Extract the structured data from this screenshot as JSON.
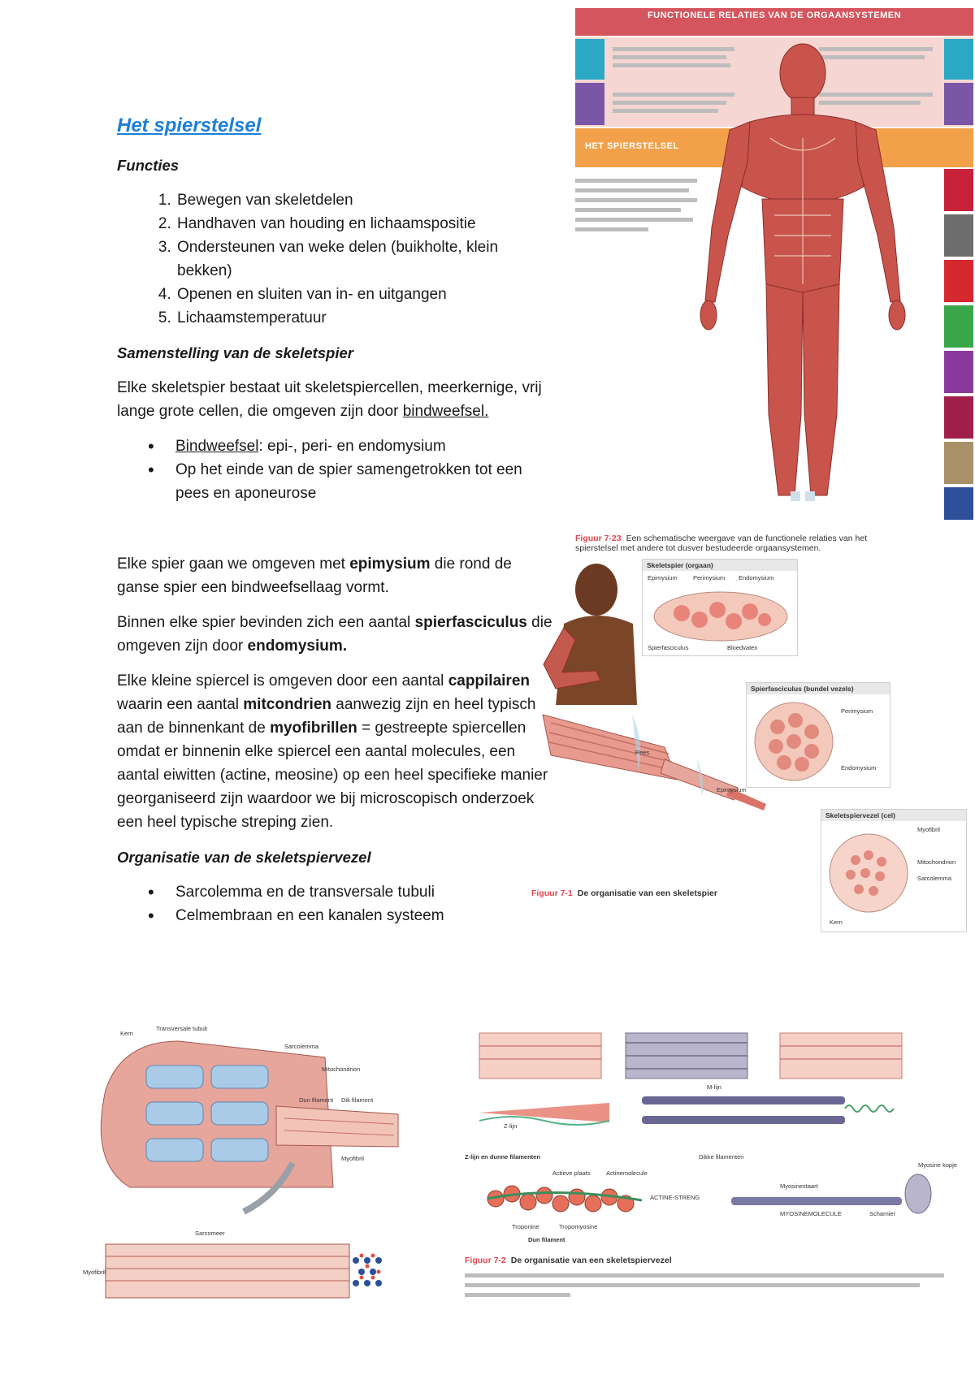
{
  "text": {
    "title": "Het spierstelsel",
    "functies_heading": "Functies",
    "functies": [
      "Bewegen van skeletdelen",
      "Handhaven van houding en lichaamspositie",
      "Ondersteunen van weke delen (buikholte, klein bekken)",
      "Openen en sluiten van in- en uitgangen",
      "Lichaamstemperatuur"
    ],
    "samenstelling_heading": "Samenstelling van de skeletspier",
    "samenstelling_p1": "Elke skeletspier bestaat uit skeletspiercellen, meerkernige, vrij lange grote cellen, die omgeven zijn door ",
    "samenstelling_p1_link": "bindweefsel.",
    "bullet1_u": "Bindweefsel",
    "bullet1_rest": ": epi-, peri- en endomysium",
    "bullet2": "Op het einde van de spier samengetrokken tot een pees en aponeurose",
    "p_epi_a": "Elke spier gaan we omgeven met ",
    "p_epi_b": "epimysium",
    "p_epi_c": "  die rond de ganse spier een bindweefsellaag vormt.",
    "p_fasc_a": "Binnen elke spier bevinden zich een aantal ",
    "p_fasc_b": "spierfasciculus",
    "p_fasc_c": " die omgeven zijn door ",
    "p_fasc_d": "endomysium.",
    "p_cel_1": "Elke kleine spiercel is omgeven door een aantal ",
    "p_cel_2": "cappilairen",
    "p_cel_3": " waarin een aantal ",
    "p_cel_4": "mitcondrien",
    "p_cel_5": " aanwezig zijn en heel typisch aan de binnenkant de ",
    "p_cel_6": "myofibrillen",
    "p_cel_7": " = gestreepte spiercellen omdat er binnenin elke spiercel een aantal molecules, een aantal eiwitten (actine, meosine) op een heel specifieke manier georganiseerd zijn waardoor we bij microscopisch onderzoek een heel typische streping zien.",
    "organisatie_heading": "Organisatie van de skeletspiervezel",
    "org_bullets": [
      "Sarcolemma en de transversale tubuli",
      "Celmembraan en een kanalen systeem"
    ]
  },
  "fig_top": {
    "header": "FUNCTIONELE RELATIES VAN DE ORGAANSYSTEMEN",
    "band_title": "HET SPIERSTELSEL",
    "caption_num": "Figuur 7-23",
    "caption": "Een schematische weergave van de functionele relaties van het spierstelsel met andere tot dusver bestudeerde orgaansystemen."
  },
  "fig_71": {
    "caption_num": "Figuur 7-1",
    "caption": "De organisatie van een skeletspier",
    "panel1": "Skeletspier (orgaan)",
    "panel2": "Spierfasciculus (bundel vezels)",
    "panel3": "Skeletspiervezel (cel)",
    "labels": {
      "epimysium": "Epimysium",
      "perimysium": "Perimysium",
      "endomysium": "Endomysium",
      "pees": "Pees",
      "spierfasciculus": "Spierfasciculus",
      "bloedvaten": "Bloedvaten",
      "mitochondrion": "Mitochondrion",
      "sarcolemma": "Sarcolemma",
      "myofibril": "Myofibril",
      "kern": "Kern"
    }
  },
  "fig_72": {
    "caption_num": "Figuur 7-2",
    "caption": "De organisatie van een skeletspiervezel",
    "labels": {
      "z_lijn": "Z-lijn",
      "m_lijn": "M-lijn",
      "dunne": "Z-lijn en dunne filamenten",
      "dikke": "Dikke filamenten",
      "actieve": "Actieve plaats",
      "actine": "Actinemolecule",
      "actine_streng": "ACTINE-STRENG",
      "troponine": "Troponine",
      "tropomyosine": "Tropomyosine",
      "dun": "Dun filament",
      "myosine": "Myosinestaart",
      "myosinemolecule": "MYOSINEMOLECULE",
      "kopje": "Scharnier",
      "myosin_head": "Myosine kopje"
    }
  },
  "fig_left": {
    "labels": {
      "mitochondrion": "Mitochondrion",
      "sarcolemma": "Sarcolemma",
      "myofibril": "Myofibril",
      "sarcomeer": "Sarcomeer",
      "dun": "Dun filament",
      "dik": "Dik filament",
      "kern": "Kern",
      "trans": "Transversale tubuli",
      "myofibril_l": "Myofibril"
    }
  }
}
